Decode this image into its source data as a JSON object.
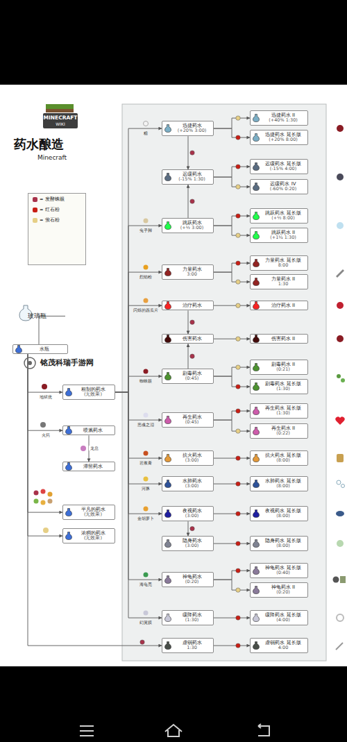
{
  "diagram": {
    "title": "药水酿造",
    "nodes": [
      {
        "text": [
          "玻璃瓶"
        ]
      },
      {
        "text": [
          "水瓶"
        ]
      },
      {
        "text": [
          "粗制的药水",
          "(无效果)"
        ]
      },
      {
        "text": [
          "喷溅药水"
        ]
      },
      {
        "text": [
          "滞留药水"
        ]
      },
      {
        "text": [
          "平凡的药水",
          "(无效果)"
        ]
      },
      {
        "text": [
          "浓稠的药水",
          "(无效果)"
        ]
      },
      {
        "text": [
          "迅捷药水",
          "(+20% 3:00)"
        ]
      },
      {
        "text": [
          "迅捷药水 II",
          "(+40% 1:30)"
        ]
      },
      {
        "text": [
          "迅捷药水 延长版",
          "(+20% 8:00)"
        ]
      },
      {
        "text": [
          "迟缓药水",
          "(-15% 1:30)"
        ]
      },
      {
        "text": [
          "迟缓药水 延长版",
          "(-15% 4:00)"
        ]
      },
      {
        "text": [
          "迟缓药水 IV",
          "(-60% 0:20)"
        ]
      },
      {
        "text": [
          "跳跃药水",
          "(+½ 3:00)"
        ]
      },
      {
        "text": [
          "跳跃药水 延长版",
          "(+½ 8:00)"
        ]
      },
      {
        "text": [
          "跳跃药水 II",
          "(+1¼ 1:30)"
        ]
      },
      {
        "text": [
          "力量药水",
          "3:00"
        ]
      },
      {
        "text": [
          "力量药水 延长版",
          "8:00"
        ]
      },
      {
        "text": [
          "力量药水 II",
          "1:30"
        ]
      },
      {
        "text": [
          "治疗药水"
        ]
      },
      {
        "text": [
          "治疗药水 II"
        ]
      },
      {
        "text": [
          "伤害药水"
        ]
      },
      {
        "text": [
          "伤害药水 II"
        ]
      },
      {
        "text": [
          "剧毒药水",
          "(0:45)"
        ]
      },
      {
        "text": [
          "剧毒药水 II",
          "(0:21)"
        ]
      },
      {
        "text": [
          "剧毒药水 延长版",
          "(1:30)"
        ]
      },
      {
        "text": [
          "再生药水",
          "(0:45)"
        ]
      },
      {
        "text": [
          "再生药水 延长版",
          "(1:30)"
        ]
      },
      {
        "text": [
          "再生药水 II",
          "(0:22)"
        ]
      },
      {
        "text": [
          "抗火药水",
          "(3:00)"
        ]
      },
      {
        "text": [
          "抗火药水 延长版",
          "(8:00)"
        ]
      },
      {
        "text": [
          "水肺药水",
          "(3:00)"
        ]
      },
      {
        "text": [
          "水肺药水 延长版",
          "(8:00)"
        ]
      },
      {
        "text": [
          "夜视药水",
          "(3:00)"
        ]
      },
      {
        "text": [
          "夜视药水 延长版",
          "(8:00)"
        ]
      },
      {
        "text": [
          "隐身药水",
          "(3:00)"
        ]
      },
      {
        "text": [
          "隐身药水 延长版",
          "(8:00)"
        ]
      },
      {
        "text": [
          "神龟药水",
          "(0:20)"
        ]
      },
      {
        "text": [
          "神龟药水 延长版",
          "(0:40)"
        ]
      },
      {
        "text": [
          "神龟药水 II",
          "(0:20)"
        ]
      },
      {
        "text": [
          "缓降药水",
          "(1:30)"
        ]
      },
      {
        "text": [
          "缓降药水 延长版",
          "(4:00)"
        ]
      },
      {
        "text": [
          "虚弱药水",
          "1:30"
        ]
      },
      {
        "text": [
          "虚弱药水 延长版",
          "4:00"
        ]
      }
    ],
    "edges": [
      {
        "from": 0,
        "to": 1,
        "arrow": "to"
      },
      {
        "from": 1,
        "to": 2,
        "arrow": "to"
      },
      {
        "from": 1,
        "to": 3,
        "arrow": "to"
      },
      {
        "from": 1,
        "to": 5,
        "arrow": "to"
      },
      {
        "from": 1,
        "to": 6,
        "arrow": "to"
      },
      {
        "from": 1,
        "to": 42,
        "arrow": "to"
      },
      {
        "from": 3,
        "to": 4,
        "arrow": "to"
      },
      {
        "from": 2,
        "to": 7,
        "arrow": "to"
      },
      {
        "from": 2,
        "to": 13,
        "arrow": "to"
      },
      {
        "from": 2,
        "to": 16,
        "arrow": "to"
      },
      {
        "from": 2,
        "to": 19,
        "arrow": "to"
      },
      {
        "from": 2,
        "to": 23,
        "arrow": "to"
      },
      {
        "from": 2,
        "to": 26,
        "arrow": "to"
      },
      {
        "from": 2,
        "to": 29,
        "arrow": "to"
      },
      {
        "from": 2,
        "to": 31,
        "arrow": "to"
      },
      {
        "from": 2,
        "to": 33,
        "arrow": "to"
      },
      {
        "from": 2,
        "to": 37,
        "arrow": "to"
      },
      {
        "from": 2,
        "to": 40,
        "arrow": "to"
      },
      {
        "from": 7,
        "to": 8,
        "arrow": "to"
      },
      {
        "from": 7,
        "to": 9,
        "arrow": "to"
      },
      {
        "from": 7,
        "to": 10,
        "arrow": "to"
      },
      {
        "from": 13,
        "to": 10,
        "arrow": "to"
      },
      {
        "from": 10,
        "to": 11,
        "arrow": "to"
      },
      {
        "from": 10,
        "to": 12,
        "arrow": "to"
      },
      {
        "from": 13,
        "to": 14,
        "arrow": "to"
      },
      {
        "from": 13,
        "to": 15,
        "arrow": "to"
      },
      {
        "from": 16,
        "to": 17,
        "arrow": "to"
      },
      {
        "from": 16,
        "to": 18,
        "arrow": "to"
      },
      {
        "from": 19,
        "to": 20,
        "arrow": "to"
      },
      {
        "from": 19,
        "to": 21,
        "arrow": "to"
      },
      {
        "from": 23,
        "to": 21,
        "arrow": "to"
      },
      {
        "from": 21,
        "to": 22,
        "arrow": "to"
      },
      {
        "from": 23,
        "to": 24,
        "arrow": "to"
      },
      {
        "from": 23,
        "to": 25,
        "arrow": "to"
      },
      {
        "from": 26,
        "to": 27,
        "arrow": "to"
      },
      {
        "from": 26,
        "to": 28,
        "arrow": "to"
      },
      {
        "from": 29,
        "to": 30,
        "arrow": "to"
      },
      {
        "from": 31,
        "to": 32,
        "arrow": "to"
      },
      {
        "from": 33,
        "to": 34,
        "arrow": "to"
      },
      {
        "from": 33,
        "to": 35,
        "arrow": "to"
      },
      {
        "from": 35,
        "to": 36,
        "arrow": "to"
      },
      {
        "from": 37,
        "to": 38,
        "arrow": "to"
      },
      {
        "from": 37,
        "to": 39,
        "arrow": "to"
      },
      {
        "from": 40,
        "to": 41,
        "arrow": "to"
      },
      {
        "from": 42,
        "to": 43,
        "arrow": "to"
      }
    ],
    "labels": [
      "MINECRAFT",
      "WIKI",
      "Minecraft",
      "铭茂科瑞手游网",
      "地狱疣",
      "火药",
      "龙息",
      "糖",
      "兔子脚",
      "烈焰粉",
      "闪烁的西瓜片",
      "蜘蛛眼",
      "恶魂之泪",
      "岩浆膏",
      "河豚",
      "金胡萝卜",
      "海龟壳",
      "幻翼膜"
    ],
    "legend": [
      {
        "text": "= 发酵蛛眼",
        "color": "#a8324a"
      },
      {
        "text": "= 红石粉",
        "color": "#c81e14"
      },
      {
        "text": "= 萤石粉",
        "color": "#e6cf86"
      }
    ]
  }
}
